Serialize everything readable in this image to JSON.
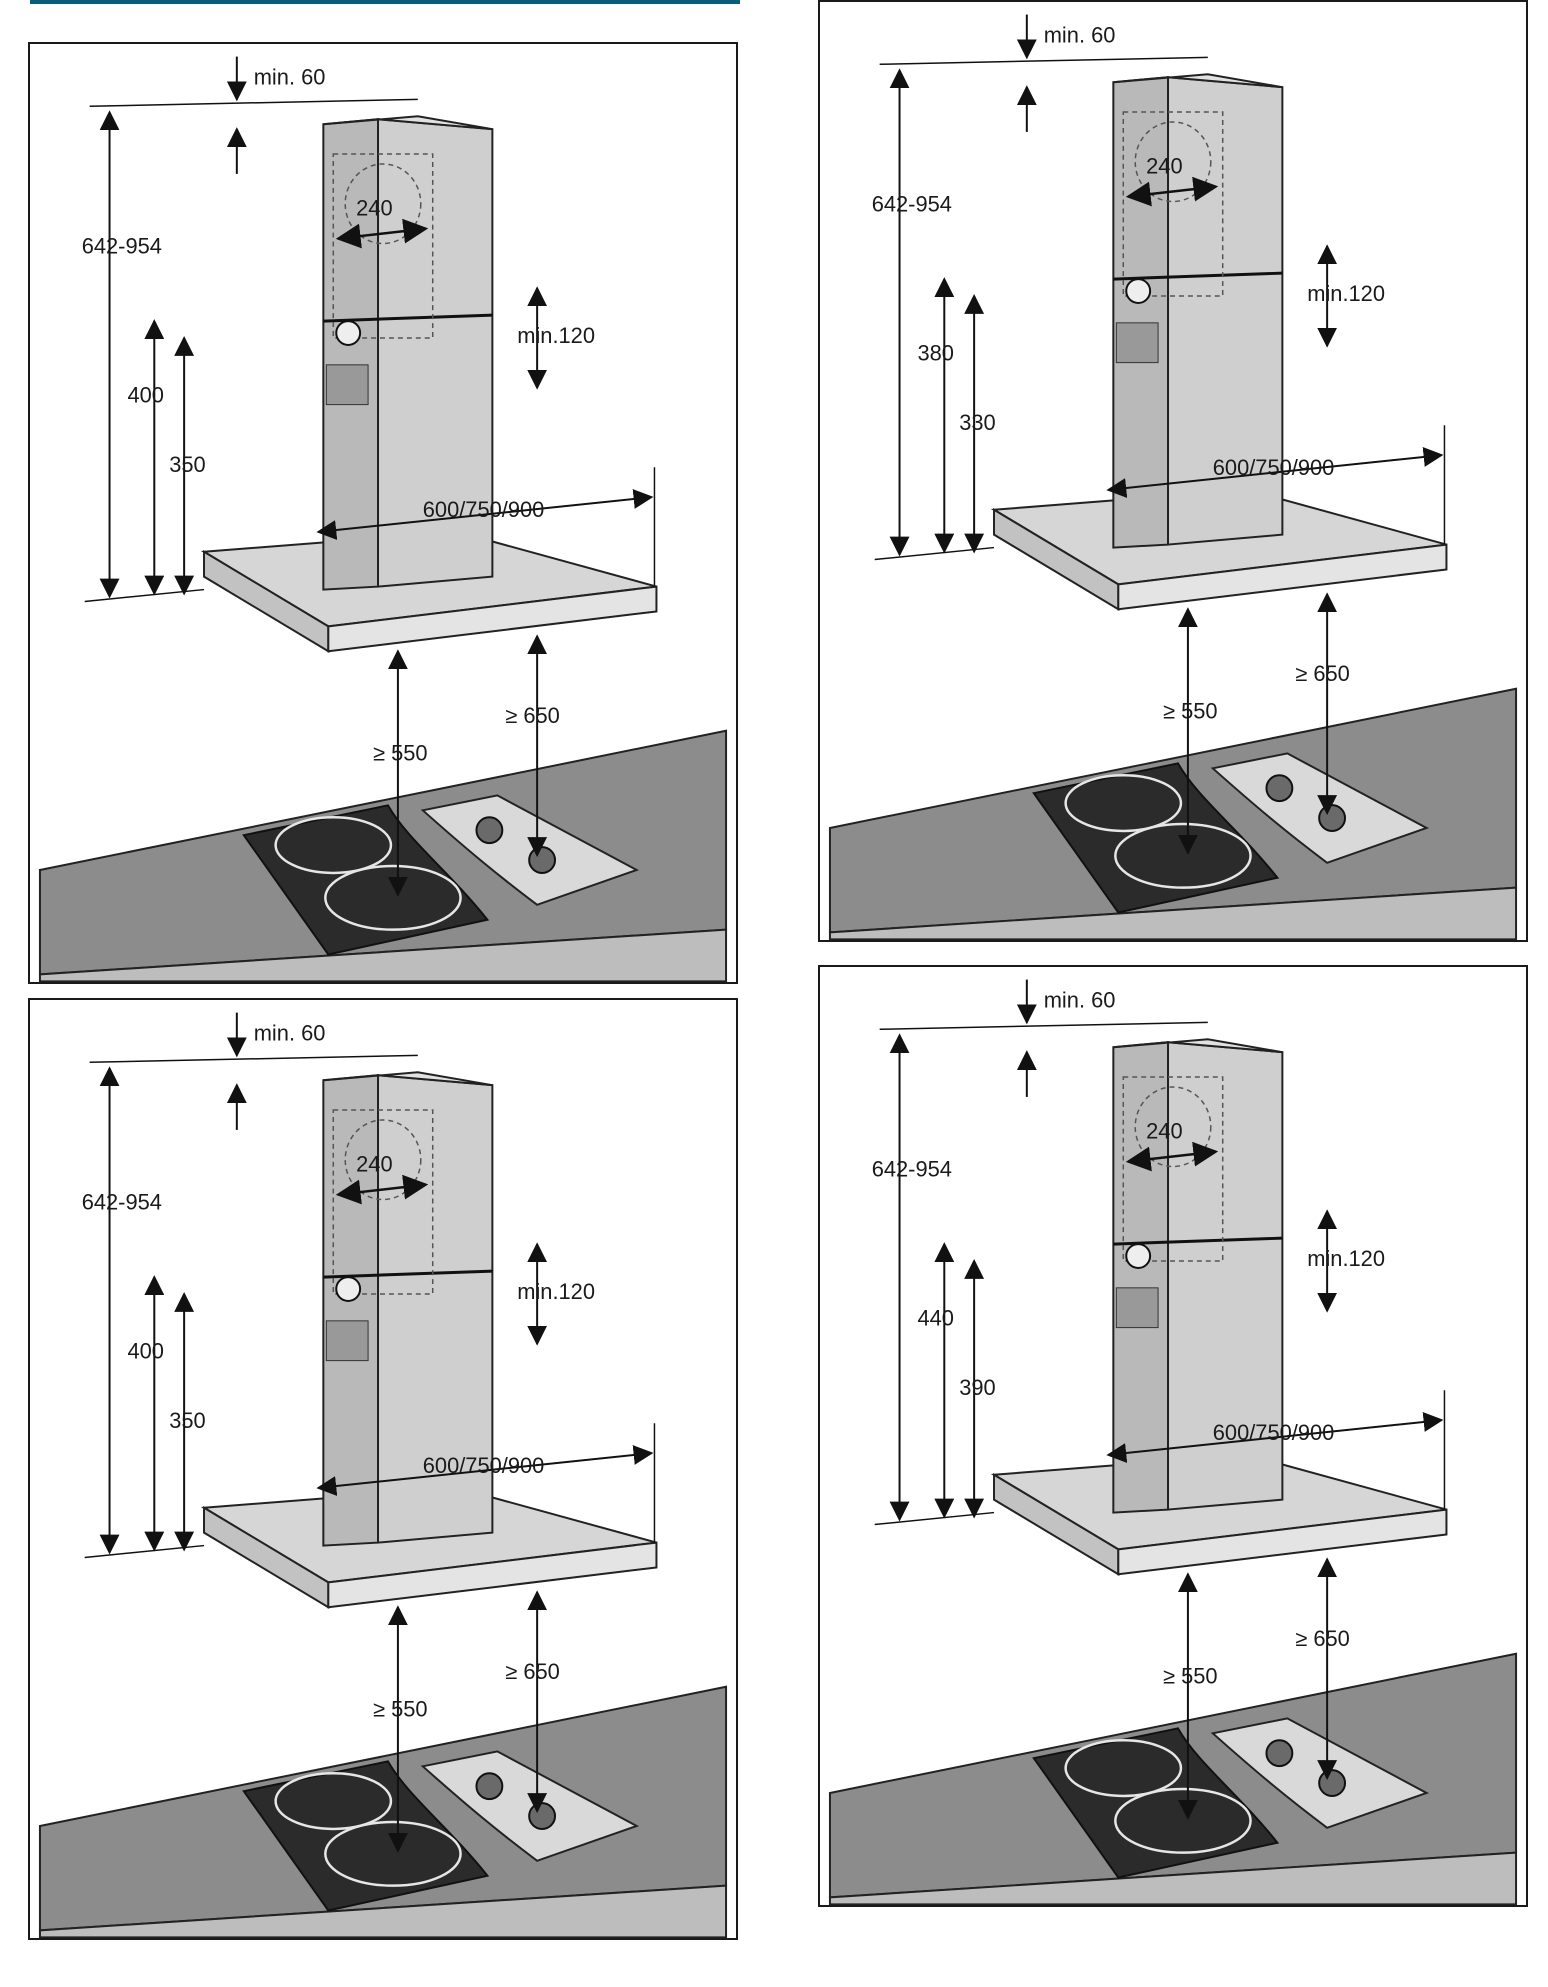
{
  "panels": [
    {
      "min_top": "min. 60",
      "total_height": "642-954",
      "duct": "240",
      "min_overlap": "min.120",
      "outlet_high": "400",
      "outlet_low": "350",
      "width": "600/750/900",
      "clear_electric": "≥ 550",
      "clear_gas": "≥ 650"
    },
    {
      "min_top": "min. 60",
      "total_height": "642-954",
      "duct": "240",
      "min_overlap": "min.120",
      "outlet_high": "380",
      "outlet_low": "330",
      "width": "600/750/900",
      "clear_electric": "≥ 550",
      "clear_gas": "≥ 650"
    },
    {
      "min_top": "min. 60",
      "total_height": "642-954",
      "duct": "240",
      "min_overlap": "min.120",
      "outlet_high": "400",
      "outlet_low": "350",
      "width": "600/750/900",
      "clear_electric": "≥ 550",
      "clear_gas": "≥ 650"
    },
    {
      "min_top": "min. 60",
      "total_height": "642-954",
      "duct": "240",
      "min_overlap": "min.120",
      "outlet_high": "440",
      "outlet_low": "390",
      "width": "600/750/900",
      "clear_electric": "≥ 550",
      "clear_gas": "≥ 650"
    }
  ],
  "colors": {
    "header_bar": "#0b5e7a",
    "chimney": "#c9c9c9",
    "hood": "#d6d6d6",
    "worktop": "#8c8c8c",
    "hob": "#2b2b2b"
  }
}
